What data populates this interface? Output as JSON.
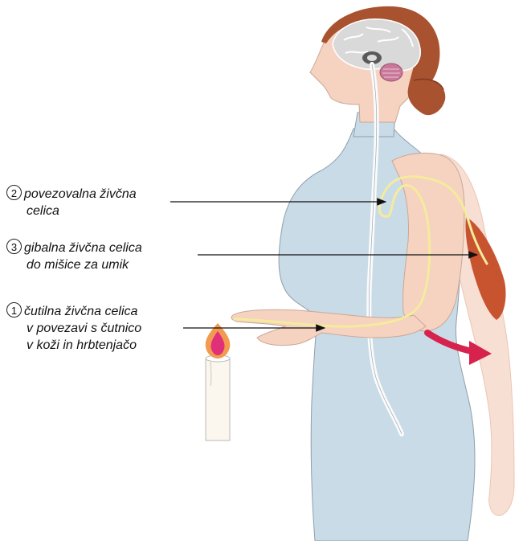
{
  "colors": {
    "body_fill": "#c9dbe7",
    "body_outline": "#8f9fab",
    "skin": "#f6d2c0",
    "hair": "#a8522f",
    "brain": "#d9d9d9",
    "nerve_spinal": "#fbfbfb",
    "nerve_yellow": "#f4ec9c",
    "muscle": "#c8532f",
    "arrow_retract": "#d6224d",
    "flame": "#e0307a",
    "flame_outer": "#f29a4f",
    "candle": "#fbf7ee",
    "label_text": "#111111"
  },
  "labels": [
    {
      "number": "2",
      "lines": [
        "povezovalna živčna",
        "celica"
      ]
    },
    {
      "number": "3",
      "lines": [
        "gibalna živčna celica",
        "do mišice za umik"
      ]
    },
    {
      "number": "1",
      "lines": [
        "čutilna živčna celica",
        "v povezavi s čutnico",
        "v koži in hrbtenjačo"
      ]
    }
  ]
}
